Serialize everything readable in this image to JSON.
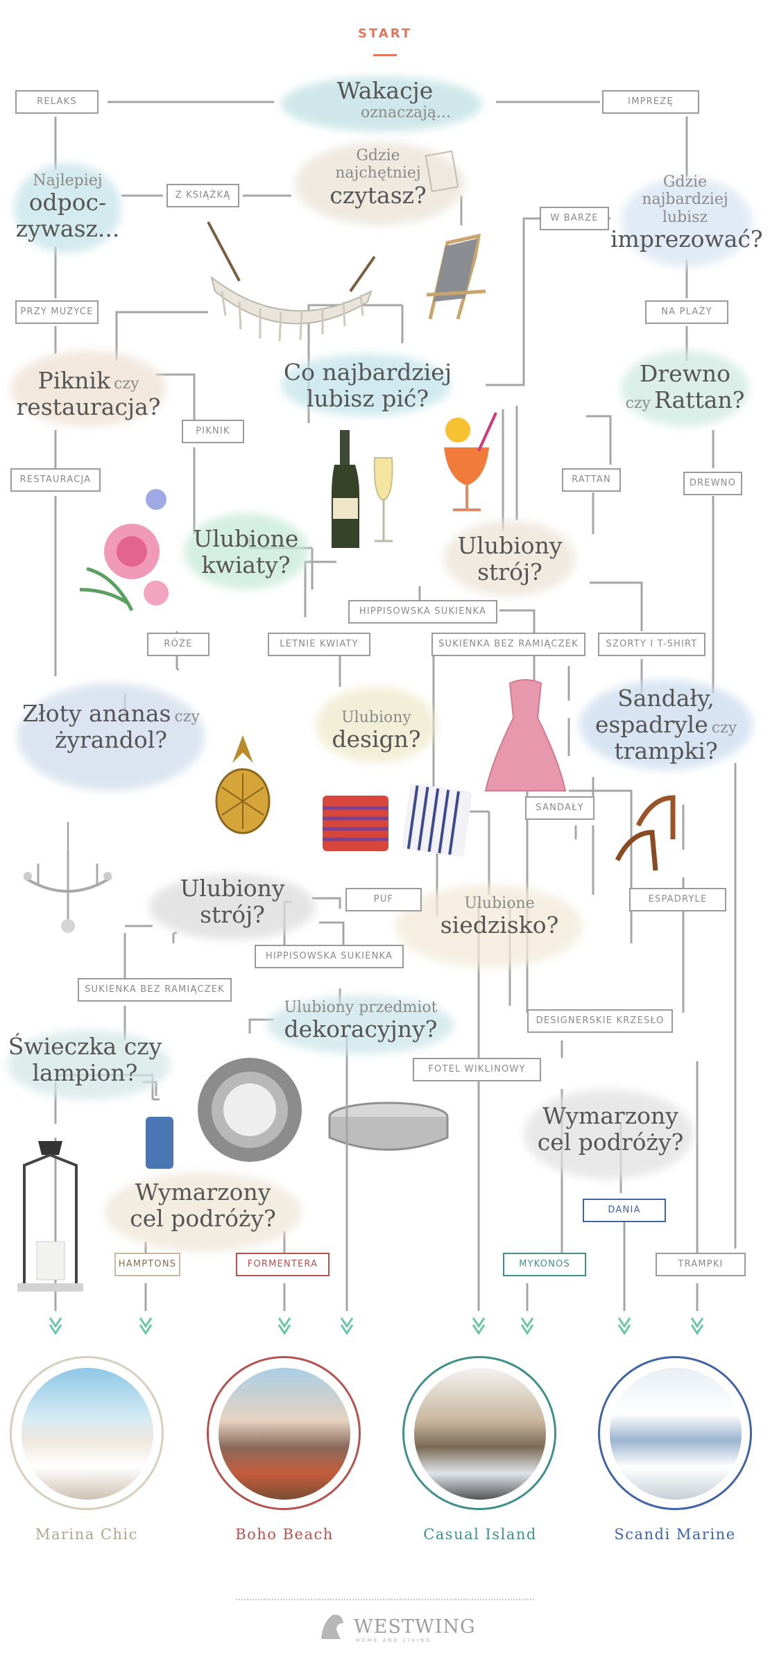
{
  "start": "START",
  "questions": {
    "q_wakacje": {
      "line1": "Wakacje",
      "line2": "oznaczają..."
    },
    "q_odpoczywasz": {
      "line1": "Najlepiej",
      "line2": "odpoc-",
      "line3": "zywasz..."
    },
    "q_czytasz": {
      "line1": "Gdzie",
      "line2": "najchętniej",
      "line3": "czytasz?"
    },
    "q_imprezowac": {
      "line1": "Gdzie",
      "line2": "najbardziej",
      "line3": "lubisz",
      "line4": "imprezować?"
    },
    "q_piknik": {
      "line1": "Piknik",
      "line1b": "czy",
      "line2": "restauracja?"
    },
    "q_pic": {
      "line1": "Co najbardziej",
      "line2": "lubisz pić?"
    },
    "q_drewno": {
      "line1": "Drewno",
      "line2a": "czy",
      "line2b": "Rattan?"
    },
    "q_kwiaty": {
      "line1": "Ulubione",
      "line2": "kwiaty?"
    },
    "q_stroj1": {
      "line1": "Ulubiony",
      "line2": "strój?"
    },
    "q_ananas": {
      "line1": "Złoty ananas",
      "line1b": "czy",
      "line2": "żyrandol?"
    },
    "q_design": {
      "line1": "Ulubiony",
      "line2": "design?"
    },
    "q_sandaly": {
      "line1": "Sandały,",
      "line2a": "espadryle",
      "line2b": "czy",
      "line3": "trampki?"
    },
    "q_stroj2": {
      "line1": "Ulubiony",
      "line2": "strój?"
    },
    "q_siedzisko": {
      "line1": "Ulubione",
      "line2": "siedzisko?"
    },
    "q_swieczka": {
      "line1": "Świeczka czy",
      "line2": "lampion?"
    },
    "q_dekoracyjny": {
      "line1": "Ulubiony przedmiot",
      "line2": "dekoracyjny?"
    },
    "q_cel1": {
      "line1": "Wymarzony",
      "line2": "cel podróży?"
    },
    "q_cel2": {
      "line1": "Wymarzony",
      "line2": "cel podróży?"
    }
  },
  "answers": {
    "relaks": "RELAKS",
    "impreze": "IMPREZĘ",
    "z_ksiazka": "Z KSIĄŻKĄ",
    "w_barze": "W BARZE",
    "przy_muzyce": "PRZY MUZYCE",
    "na_plazy": "NA PLAŻY",
    "piknik": "PIKNIK",
    "restauracja": "RESTAURACJA",
    "rattan": "RATTAN",
    "drewno": "DREWNO",
    "hippisowska1": "HIPPISOWSKA SUKIENKA",
    "roze": "RÓŻE",
    "letnie_kwiaty": "LETNIE KWIATY",
    "bez_ramiaczek1": "SUKIENKA BEZ RAMIĄCZEK",
    "szorty": "SZORTY I T-SHIRT",
    "sandaly": "SANDAŁY",
    "puf": "PUF",
    "espadryle": "ESPADRYLE",
    "hippisowska2": "HIPPISOWSKA SUKIENKA",
    "bez_ramiaczek2": "SUKIENKA BEZ RAMIĄCZEK",
    "designerskie": "DESIGNERSKIE KRZESŁO",
    "fotel": "FOTEL WIKLINOWY",
    "dania": "DANIA",
    "hamptons": "HAMPTONS",
    "formentera": "FORMENTERA",
    "mykonos": "MYKONOS",
    "trampki": "TRAMPKI"
  },
  "styles": [
    {
      "name": "Marina Chic",
      "color": "#b4a48e"
    },
    {
      "name": "Boho Beach",
      "color": "#b5514e"
    },
    {
      "name": "Casual Island",
      "color": "#3f8f8a"
    },
    {
      "name": "Scandi Marine",
      "color": "#3f63a6"
    }
  ],
  "colors": {
    "accent": "#e2775d",
    "line": "#9a9a9a",
    "arrow": "#6cc7a6"
  },
  "logo": {
    "name": "WESTWING",
    "sub": "HOME AND LIVING"
  }
}
